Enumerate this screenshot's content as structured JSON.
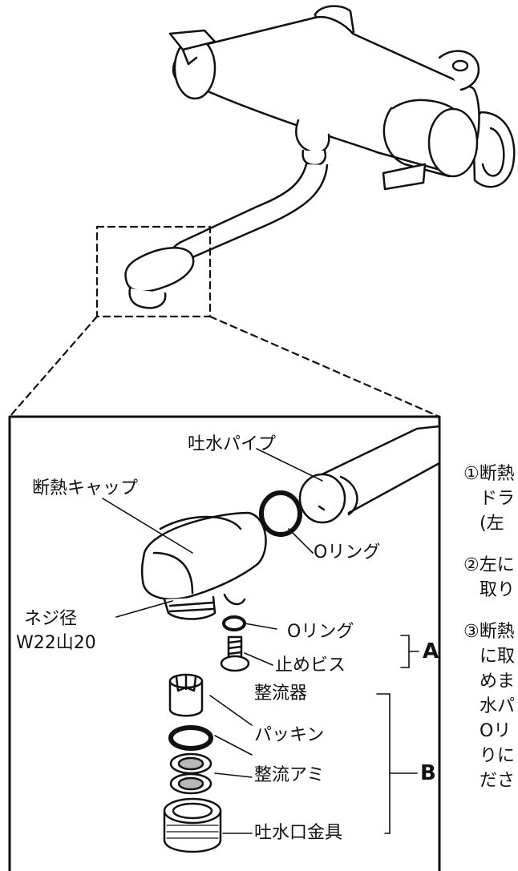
{
  "labels": {
    "outlet_pipe": "吐水パイプ",
    "insulation_cap": "断熱キャップ",
    "o_ring_main": "Oリング",
    "thread_diameter_line1": "ネジ径",
    "thread_diameter_line2": "W22山20",
    "o_ring_small": "Oリング",
    "stop_screw": "止めビス",
    "group_a": "A",
    "flow_straightener": "整流器",
    "packing": "パッキン",
    "flow_mesh": "整流アミ",
    "outlet_fitting": "吐水口金具",
    "group_b": "B"
  },
  "instructions": [
    "①断熱",
    "ドラ",
    "(左",
    "②左に",
    "取り",
    "③断熱",
    "に取",
    "めま",
    "水パ",
    "Oリ",
    "りに",
    "ださ"
  ],
  "colors": {
    "line": "#111111",
    "fill": "#ffffff",
    "mesh": "#b8b8b8",
    "shade": "#e6e6e6"
  }
}
